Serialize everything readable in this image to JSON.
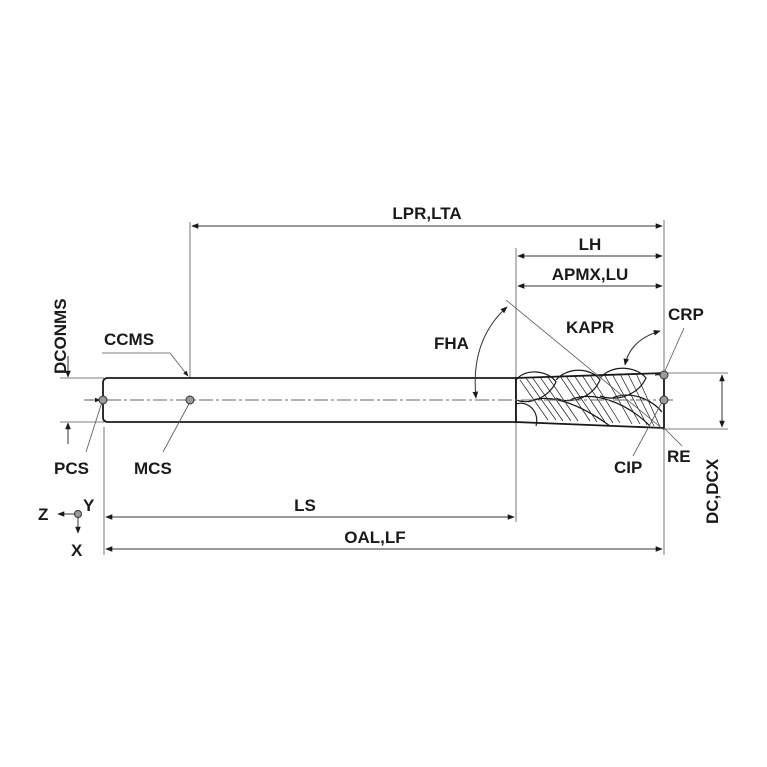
{
  "labels": {
    "lpr_lta": "LPR,LTA",
    "lh": "LH",
    "apmx_lu": "APMX,LU",
    "crp": "CRP",
    "kapr": "KAPR",
    "fha": "FHA",
    "ccms": "CCMS",
    "dconms": "DCONMS",
    "pcs": "PCS",
    "mcs": "MCS",
    "cip": "CIP",
    "recx": "RE",
    "dc_dcx": "DC,DCX",
    "ls": "LS",
    "oal_lf": "OAL,LF",
    "axis_z": "Z",
    "axis_y": "Y",
    "axis_x": "X"
  }
}
